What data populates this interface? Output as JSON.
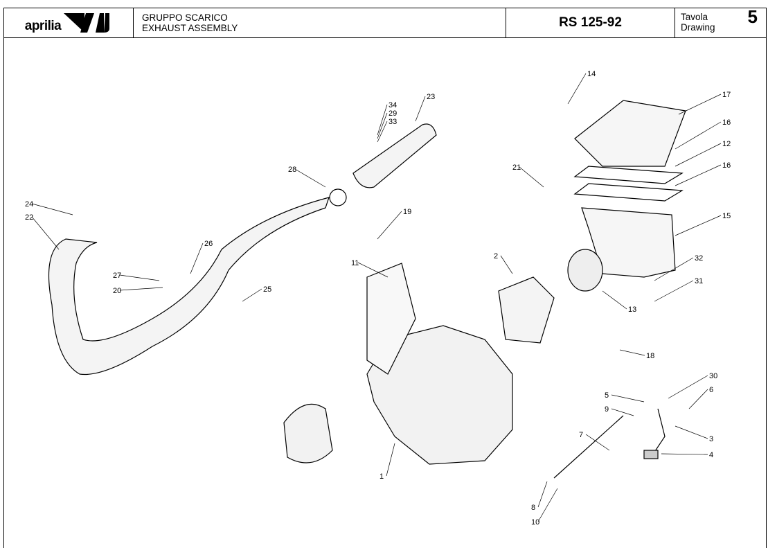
{
  "header": {
    "brand": "aprilia",
    "title_it": "GRUPPO SCARICO",
    "title_en": "EXHAUST ASSEMBLY",
    "model": "RS 125-92",
    "drawing_label_it": "Tavola",
    "drawing_label_en": "Drawing",
    "drawing_number": "5"
  },
  "callouts": [
    "14",
    "17",
    "16",
    "12",
    "16",
    "23",
    "34",
    "29",
    "33",
    "21",
    "28",
    "24",
    "22",
    "19",
    "15",
    "26",
    "11",
    "2",
    "32",
    "27",
    "31",
    "20",
    "25",
    "13",
    "18",
    "30",
    "6",
    "5",
    "9",
    "7",
    "3",
    "4",
    "1",
    "8",
    "10"
  ]
}
